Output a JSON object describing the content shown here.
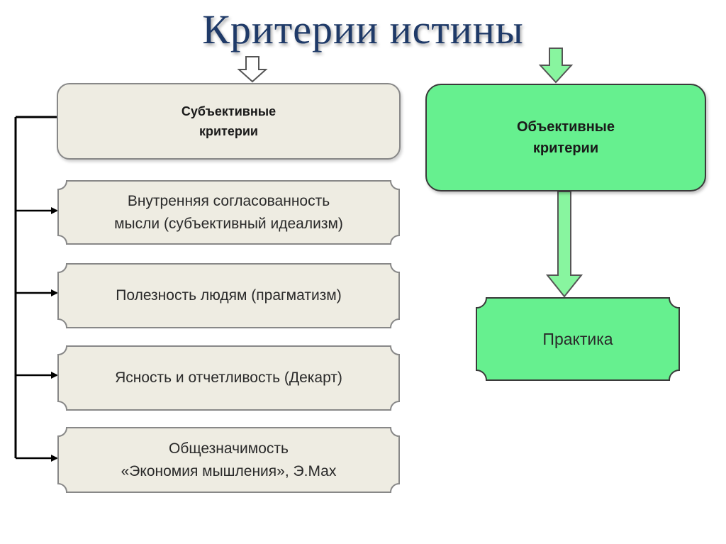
{
  "title": "Критерии истины",
  "subjective": {
    "label": "Субъективные\nкритерии"
  },
  "objective": {
    "label": "Объективные\nкритерии"
  },
  "practice": {
    "label": "Практика"
  },
  "items": [
    {
      "label": "Внутренняя согласованность\nмысли (субъективный идеализм)"
    },
    {
      "label": "Полезность людям (прагматизм)"
    },
    {
      "label": "Ясность и отчетливость (Декарт)"
    },
    {
      "label": "Общезначимость\n«Экономия мышления», Э.Мах"
    }
  ],
  "colors": {
    "title": "#1f3a68",
    "subjective_fill": "#eeece2",
    "item_fill": "#eeece2",
    "objective_fill": "#66f08f",
    "practice_fill": "#66f08f",
    "arrow_fill": "#88f59f"
  }
}
